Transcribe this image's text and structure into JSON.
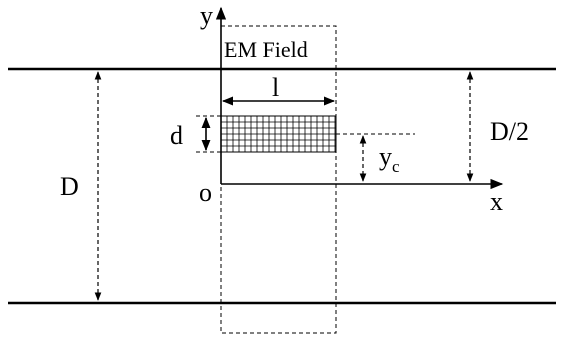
{
  "labels": {
    "y_axis": "y",
    "x_axis": "x",
    "origin": "o",
    "field_label": "EM Field",
    "length": "l",
    "thickness": "d",
    "gap": "D",
    "half_gap": "D/2",
    "center_y_main": "y",
    "center_y_sub": "c"
  },
  "colors": {
    "ink": "#000000",
    "background": "#ffffff"
  }
}
